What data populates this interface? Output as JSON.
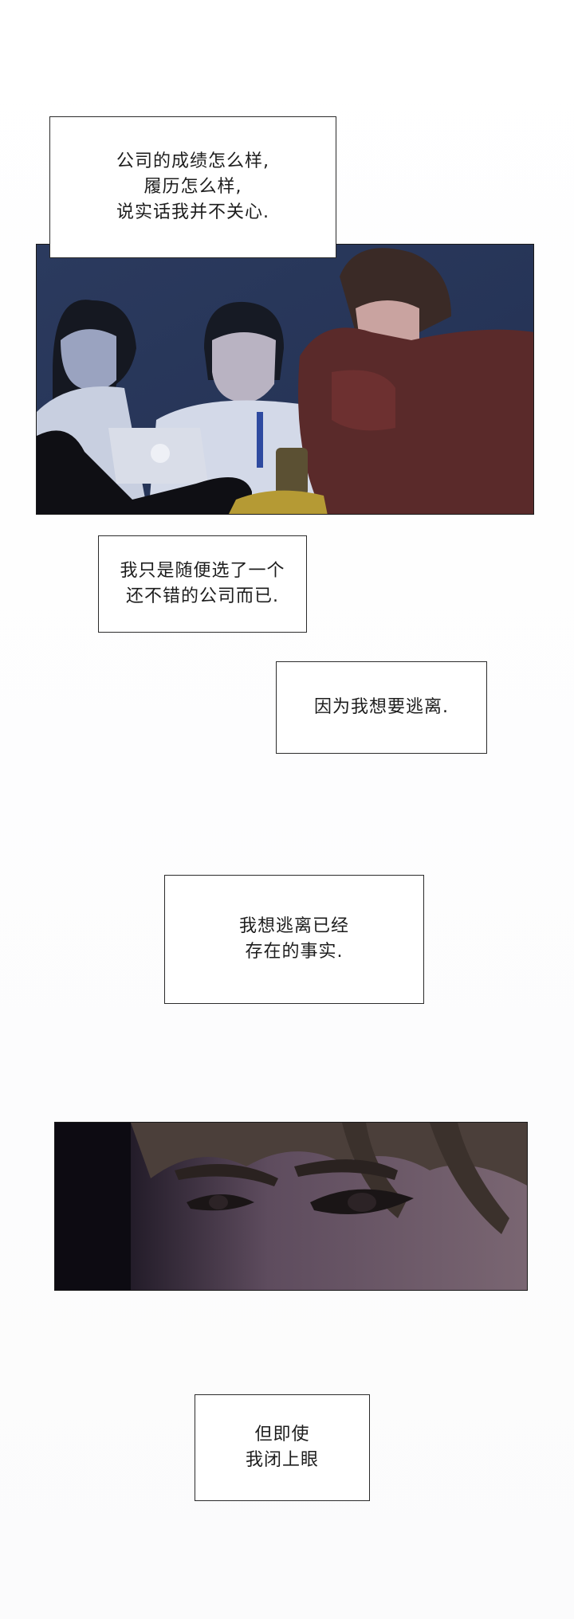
{
  "captions": {
    "c1": {
      "lines": [
        "公司的成绩怎么样,",
        "履历怎么样,",
        "说实话我并不关心."
      ]
    },
    "c2": {
      "lines": [
        "我只是随便选了一个",
        "还不错的公司而已."
      ]
    },
    "c3": {
      "lines": [
        "因为我想要逃离."
      ]
    },
    "c4": {
      "lines": [
        "我想逃离已经",
        "存在的事实."
      ]
    },
    "c5": {
      "lines": [
        "但即使",
        "我闭上眼"
      ]
    }
  },
  "panels": {
    "meeting": {
      "scene": "office-meeting-night",
      "colors": {
        "background": "#2d3f66",
        "shirt": "#cfd6e6",
        "sweater": "#5a2a2a",
        "hair": "#151821"
      }
    },
    "eyes": {
      "scene": "closeup-eyes",
      "colors": {
        "shadow": "#15121b",
        "skin": "#6e5c6c",
        "hair": "#4b3f3a"
      }
    }
  }
}
